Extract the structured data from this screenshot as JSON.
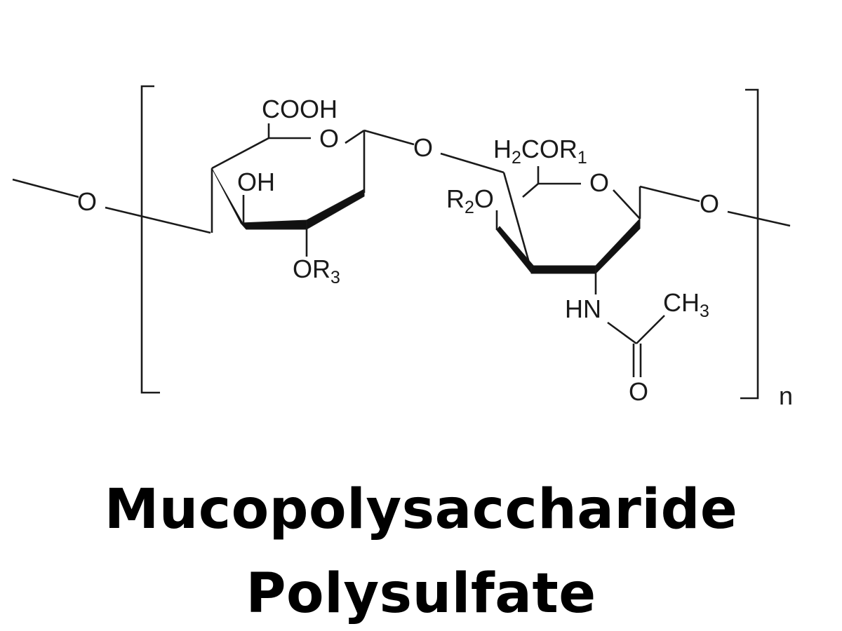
{
  "title_lines": [
    "Mucopolysaccharide",
    "Polysulfate"
  ],
  "structure": {
    "repeat_subscript": "n",
    "atoms": {
      "ring1_carboxyl": "COOH",
      "ring1_ring_oxygen": "O",
      "ring1_hydroxyl": "OH",
      "ring1_or3_prefix": "OR",
      "ring1_or3_sub": "3",
      "glycosidic_oxygen_left": "O",
      "glycosidic_oxygen_middle": "O",
      "glycosidic_oxygen_right": "O",
      "ring2_ch2_h": "H",
      "ring2_ch2_sub": "2",
      "ring2_ch2_rest": "COR",
      "ring2_ch2_r1_sub": "1",
      "ring2_ring_oxygen": "O",
      "ring2_r2_prefix": "R",
      "ring2_r2_sub": "2",
      "ring2_r2_oxygen": "O",
      "ring2_hn": "HN",
      "acetyl_ch": "CH",
      "acetyl_ch3_sub": "3",
      "acetyl_carbonyl_oxygen": "O"
    }
  }
}
